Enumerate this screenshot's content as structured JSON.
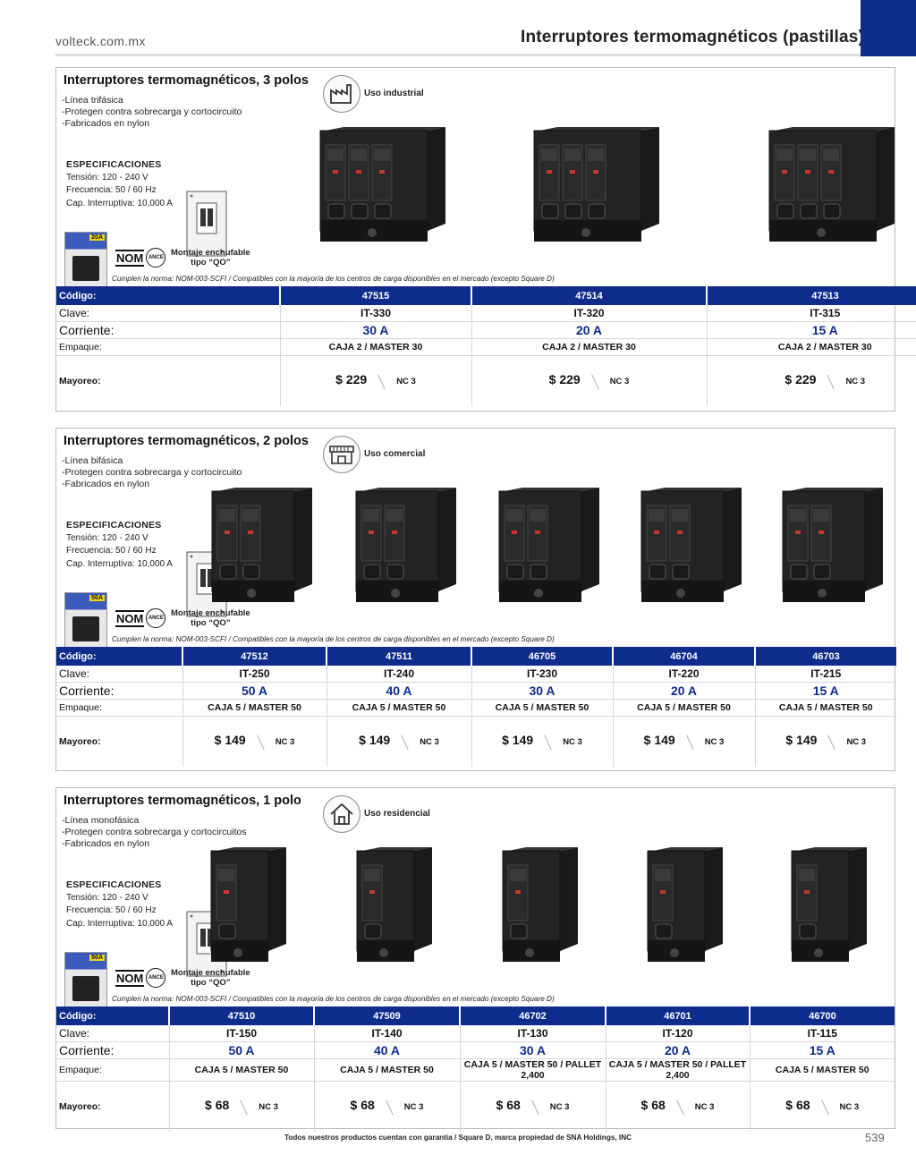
{
  "header": {
    "site": "volteck.com.mx",
    "title": "Interruptores termomagnéticos (pastillas)"
  },
  "sections": [
    {
      "title": "Interruptores termomagnéticos, 3 polos",
      "features": [
        "-Línea trifásica",
        "-Protegen contra sobrecarga y cortocircuito",
        "-Fabricados en nylon"
      ],
      "use_label": "Uso industrial",
      "use_icon": "factory-icon",
      "specs_title": "ESPECIFICACIONES",
      "specs": [
        "Tensión: 120 - 240 V",
        "Frecuencia: 50 / 60 Hz",
        "Cap. Interruptiva: 10,000 A"
      ],
      "pack_label": "20A",
      "nom": "NOM",
      "ance": "ANCE",
      "mount": [
        "Montaje enchufable",
        "tipo “QO”"
      ],
      "note": "Cumplen la norma: NOM-003-SCFI / Compatibles con la mayoría de los centros de carga disponibles en el mercado (excepto Square D)",
      "labels": {
        "code": "Código:",
        "key": "Clave:",
        "current": "Corriente:",
        "pack": "Empaque:",
        "wholesale": "Mayoreo:"
      },
      "products": [
        {
          "code": "47515",
          "key": "IT-330",
          "current": "30 A",
          "pack": "CAJA 2 / MASTER 30",
          "price": "$ 229",
          "nc": "NC 3",
          "poles": 3
        },
        {
          "code": "47514",
          "key": "IT-320",
          "current": "20 A",
          "pack": "CAJA 2 / MASTER 30",
          "price": "$ 229",
          "nc": "NC 3",
          "poles": 3
        },
        {
          "code": "47513",
          "key": "IT-315",
          "current": "15 A",
          "pack": "CAJA 2 / MASTER 30",
          "price": "$ 229",
          "nc": "NC 3",
          "poles": 3
        }
      ]
    },
    {
      "title": "Interruptores termomagnéticos, 2 polos",
      "features": [
        "-Línea bifásica",
        "-Protegen contra sobrecarga y cortocircuito",
        "-Fabricados en nylon"
      ],
      "use_label": "Uso comercial",
      "use_icon": "store-icon",
      "specs_title": "ESPECIFICACIONES",
      "specs": [
        "Tensión: 120 - 240 V",
        "Frecuencia: 50 / 60 Hz",
        "Cap. Interruptiva: 10,000 A"
      ],
      "pack_label": "50A",
      "nom": "NOM",
      "ance": "ANCE",
      "mount": [
        "Montaje enchufable",
        "tipo “QO”"
      ],
      "note": "Cumplen la norma: NOM-003-SCFI / Compatibles con la mayoría de los centros de carga disponibles en el mercado (excepto Square D)",
      "labels": {
        "code": "Código:",
        "key": "Clave:",
        "current": "Corriente:",
        "pack": "Empaque:",
        "wholesale": "Mayoreo:"
      },
      "products": [
        {
          "code": "47512",
          "key": "IT-250",
          "current": "50 A",
          "pack": "CAJA 5 / MASTER 50",
          "price": "$ 149",
          "nc": "NC 3",
          "poles": 2
        },
        {
          "code": "47511",
          "key": "IT-240",
          "current": "40 A",
          "pack": "CAJA 5 / MASTER 50",
          "price": "$ 149",
          "nc": "NC 3",
          "poles": 2
        },
        {
          "code": "46705",
          "key": "IT-230",
          "current": "30 A",
          "pack": "CAJA 5 / MASTER 50",
          "price": "$ 149",
          "nc": "NC 3",
          "poles": 2
        },
        {
          "code": "46704",
          "key": "IT-220",
          "current": "20 A",
          "pack": "CAJA 5 / MASTER 50",
          "price": "$ 149",
          "nc": "NC 3",
          "poles": 2
        },
        {
          "code": "46703",
          "key": "IT-215",
          "current": "15 A",
          "pack": "CAJA 5 / MASTER 50",
          "price": "$ 149",
          "nc": "NC 3",
          "poles": 2
        }
      ]
    },
    {
      "title": "Interruptores termomagnéticos, 1 polo",
      "features": [
        "-Línea monofásica",
        "-Protegen contra sobrecarga y cortocircuitos",
        "-Fabricados en nylon"
      ],
      "use_label": "Uso residencial",
      "use_icon": "house-icon",
      "specs_title": "ESPECIFICACIONES",
      "specs": [
        "Tensión: 120 - 240 V",
        "Frecuencia: 50 / 60 Hz",
        "Cap. Interruptiva: 10,000 A"
      ],
      "pack_label": "50A",
      "nom": "NOM",
      "ance": "ANCE",
      "mount": [
        "Montaje enchufable",
        "tipo “QO”"
      ],
      "note": "Cumplen la norma: NOM-003-SCFI / Compatibles con la mayoría de los centros de carga disponibles en el mercado (excepto Square D)",
      "labels": {
        "code": "Código:",
        "key": "Clave:",
        "current": "Corriente:",
        "pack": "Empaque:",
        "wholesale": "Mayoreo:"
      },
      "products": [
        {
          "code": "47510",
          "key": "IT-150",
          "current": "50 A",
          "pack": "CAJA 5 / MASTER 50",
          "price": "$ 68",
          "nc": "NC 3",
          "poles": 1
        },
        {
          "code": "47509",
          "key": "IT-140",
          "current": "40 A",
          "pack": "CAJA 5 / MASTER 50",
          "price": "$ 68",
          "nc": "NC 3",
          "poles": 1
        },
        {
          "code": "46702",
          "key": "IT-130",
          "current": "30 A",
          "pack": "CAJA 5 / MASTER 50 / PALLET 2,400",
          "price": "$ 68",
          "nc": "NC 3",
          "poles": 1
        },
        {
          "code": "46701",
          "key": "IT-120",
          "current": "20 A",
          "pack": "CAJA 5 / MASTER 50 / PALLET 2,400",
          "price": "$ 68",
          "nc": "NC 3",
          "poles": 1
        },
        {
          "code": "46700",
          "key": "IT-115",
          "current": "15 A",
          "pack": "CAJA 5 / MASTER 50",
          "price": "$ 68",
          "nc": "NC 3",
          "poles": 1
        }
      ]
    }
  ],
  "footer": {
    "text": "Todos nuestros productos cuentan con garantía / Square D, marca propiedad de SNA Holdings, INC",
    "page_number": "539"
  }
}
